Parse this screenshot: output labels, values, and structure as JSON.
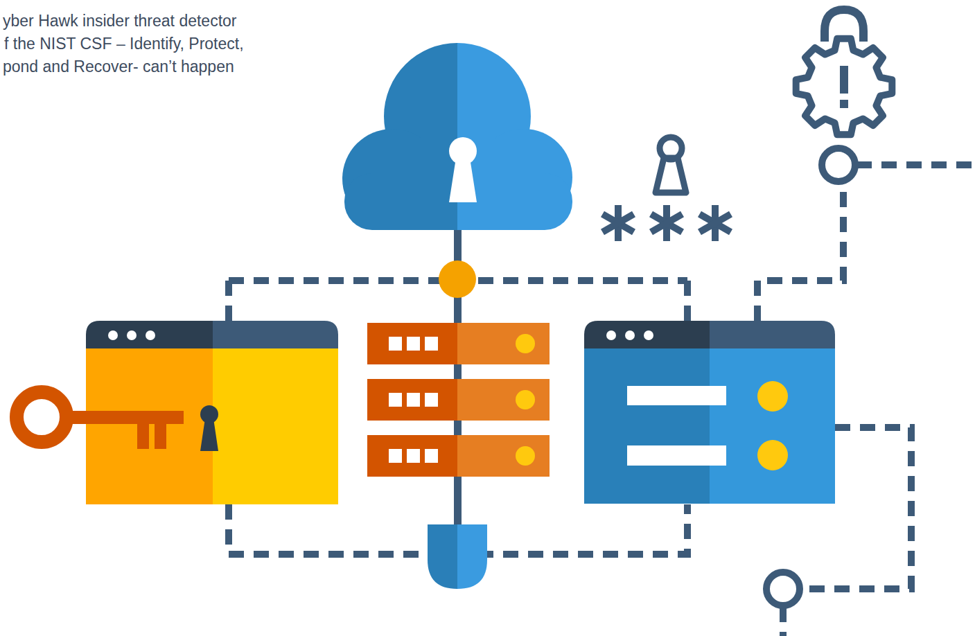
{
  "diagram": {
    "labels": [
      "yber Hawk insider threat detector",
      "f the NIST CSF – Identify, Protect,",
      "pond and Recover- can’t happen"
    ]
  }
}
